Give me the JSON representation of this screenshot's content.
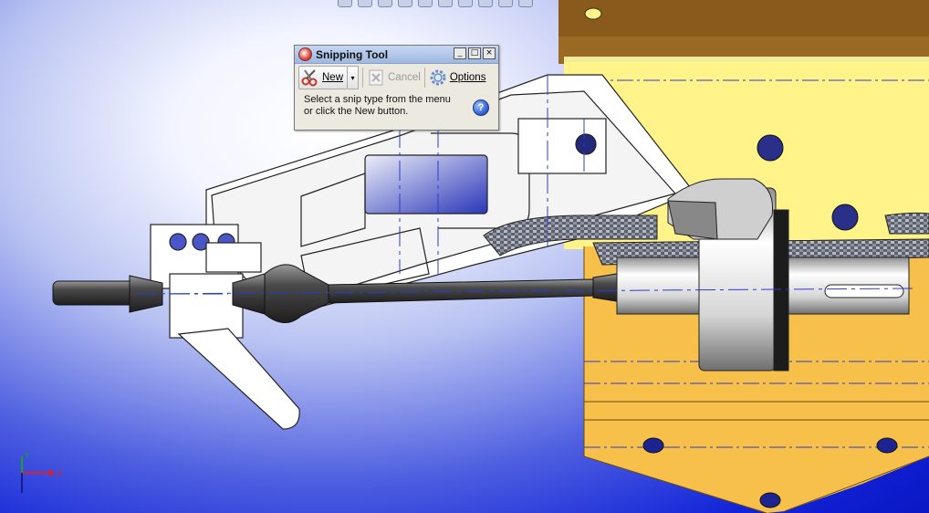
{
  "window": {
    "title": "Snipping Tool",
    "minimize_glyph": "_",
    "maximize_glyph": "□",
    "close_glyph": "×"
  },
  "toolbar": {
    "new_label": "New",
    "cancel_label": "Cancel",
    "options_label": "Options",
    "dropdown_glyph": "▾"
  },
  "message": {
    "line1": "Select a snip type from the menu",
    "line2": "or click the New button."
  },
  "help_glyph": "?",
  "triad": {
    "x_label": "X",
    "y_label": "Y"
  },
  "icons": [
    "scissors-icon",
    "cancel-icon",
    "options-gear-icon",
    "help-icon",
    "snipping-tool-app-icon"
  ],
  "colors": {
    "plate": "#f7c04a",
    "plate_dark": "#8a5a1c",
    "plate_light": "#fff38a",
    "background_blue": "#1224d8",
    "centerline": "#2b3bd0",
    "titlebar": "#b4c8ea"
  }
}
